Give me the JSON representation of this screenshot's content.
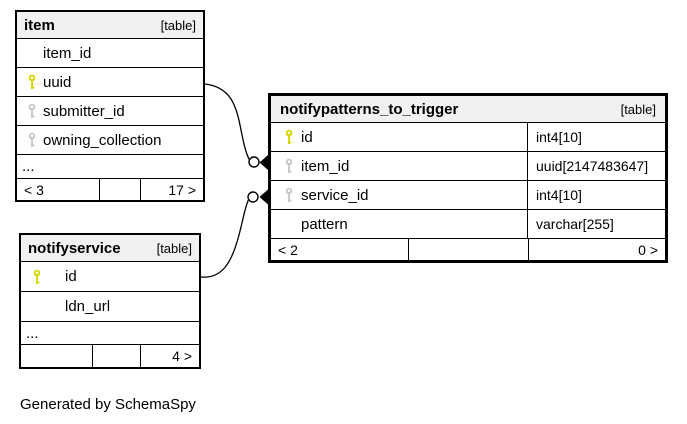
{
  "colors": {
    "primary_key": "#d6d600",
    "foreign_key": "#c8c8c8",
    "header_bg": "#f1f1f1",
    "line": "#000000"
  },
  "generated_note": "Generated by SchemaSpy",
  "tables": {
    "item": {
      "name": "item",
      "tag": "[table]",
      "columns": [
        {
          "name": "item_id",
          "key": "none"
        },
        {
          "name": "uuid",
          "key": "primary"
        },
        {
          "name": "submitter_id",
          "key": "foreign"
        },
        {
          "name": "owning_collection",
          "key": "foreign"
        }
      ],
      "ellipsis": "...",
      "footer": {
        "left": "< 3",
        "middle": "",
        "right": "17 >"
      }
    },
    "notifypatterns_to_trigger": {
      "name": "notifypatterns_to_trigger",
      "tag": "[table]",
      "columns": [
        {
          "name": "id",
          "key": "primary",
          "type": "int4[10]"
        },
        {
          "name": "item_id",
          "key": "foreign",
          "type": "uuid[2147483647]"
        },
        {
          "name": "service_id",
          "key": "foreign",
          "type": "int4[10]"
        },
        {
          "name": "pattern",
          "key": "none",
          "type": "varchar[255]"
        }
      ],
      "footer": {
        "left": "< 2",
        "middle": "",
        "right": "0 >"
      }
    },
    "notifyservice": {
      "name": "notifyservice",
      "tag": "[table]",
      "columns": [
        {
          "name": "id",
          "key": "primary"
        },
        {
          "name": "ldn_url",
          "key": "none"
        }
      ],
      "ellipsis": "...",
      "footer": {
        "left": "",
        "middle": "",
        "right": "4 >"
      }
    }
  },
  "relationships": [
    {
      "from": "item.uuid",
      "to": "notifypatterns_to_trigger.item_id"
    },
    {
      "from": "notifyservice.id",
      "to": "notifypatterns_to_trigger.service_id"
    }
  ]
}
